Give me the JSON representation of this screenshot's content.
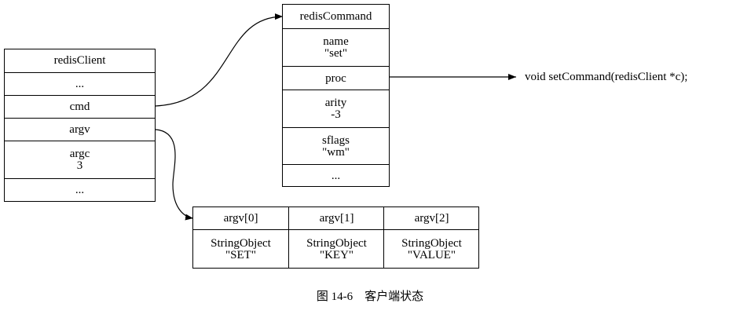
{
  "redis_client": {
    "rows": [
      {
        "line1": "redisClient",
        "line2": ""
      },
      {
        "line1": "...",
        "line2": ""
      },
      {
        "line1": "cmd",
        "line2": ""
      },
      {
        "line1": "argv",
        "line2": ""
      },
      {
        "line1": "argc",
        "line2": "3"
      },
      {
        "line1": "...",
        "line2": ""
      }
    ]
  },
  "redis_command": {
    "rows": [
      {
        "line1": "redisCommand",
        "line2": ""
      },
      {
        "line1": "name",
        "line2": "\"set\""
      },
      {
        "line1": "proc",
        "line2": ""
      },
      {
        "line1": "arity",
        "line2": "-3"
      },
      {
        "line1": "sflags",
        "line2": "\"wm\""
      },
      {
        "line1": "...",
        "line2": ""
      }
    ]
  },
  "argv_array": {
    "columns": [
      {
        "header": "argv[0]",
        "line1": "StringObject",
        "line2": "\"SET\""
      },
      {
        "header": "argv[1]",
        "line1": "StringObject",
        "line2": "\"KEY\""
      },
      {
        "header": "argv[2]",
        "line1": "StringObject",
        "line2": "\"VALUE\""
      }
    ]
  },
  "proc_target": "void setCommand(redisClient *c);",
  "caption": "图 14-6    客户端状态"
}
